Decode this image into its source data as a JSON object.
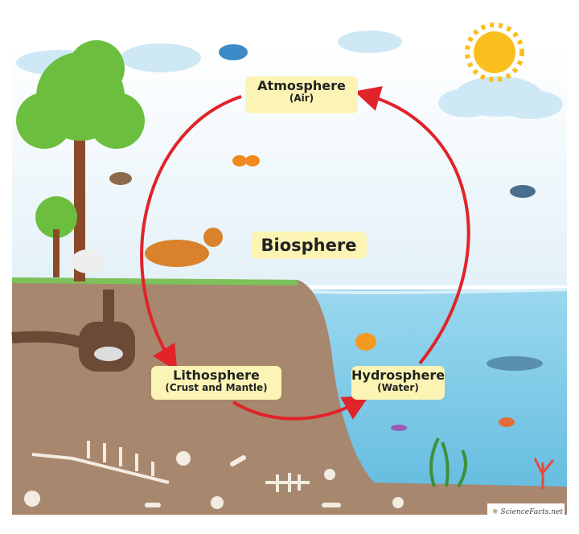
{
  "title": "Biosphere",
  "spheres": {
    "atmosphere": {
      "name": "Atmosphere",
      "sub": "(Air)"
    },
    "lithosphere": {
      "name": "Lithosphere",
      "sub": "(Crust and Mantle)"
    },
    "hydrosphere": {
      "name": "Hydrosphere",
      "sub": "(Water)"
    }
  },
  "logo": "ScienceFacts.net",
  "colors": {
    "arrow": "#e0242a",
    "label": "#fbf4b4",
    "soil": "#a8876f",
    "water": "#8fd0e8"
  }
}
